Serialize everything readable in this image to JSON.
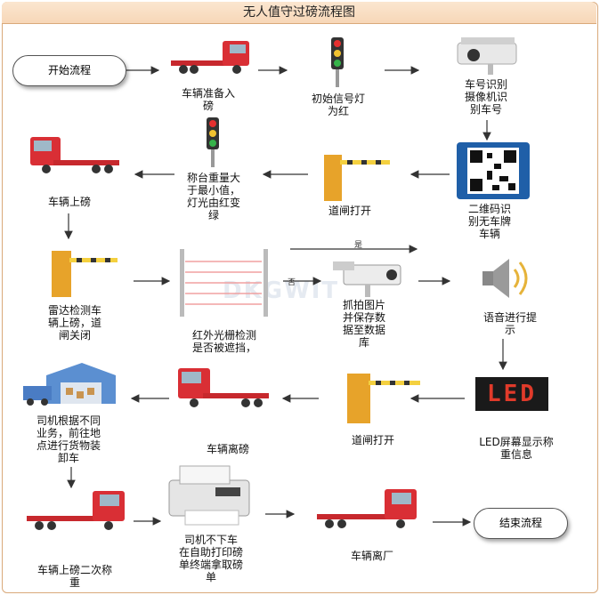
{
  "title": "无人值守过磅流程图",
  "nodes": {
    "start": "开始流程",
    "end": "结束流程",
    "truck_ready": "车辆准备入\n磅",
    "light_red": "初始信号灯\n为红",
    "plate_recog": "车号识别\n摄像机识\n别车号",
    "qr_recog": "二维码识\n别无车牌\n车辆",
    "gate_open_1": "道闸打开",
    "weight_light": "称台重量大\n于最小值，\n灯光由红变\n绿",
    "truck_on": "车辆上磅",
    "radar": "雷达检测车\n辆上磅，道\n闸关闭",
    "infrared": "红外光栅检测\n是否被遮挡，",
    "capture": "抓拍图片\n并保存数\n据至数据\n库",
    "voice": "语音进行提\n示",
    "led_display": "LED屏幕显示称\n重信息",
    "gate_open_2": "道闸打开",
    "truck_leave_scale": "车辆离磅",
    "driver_unload": "司机根据不同\n业务，前往地\n点进行货物装\n卸车",
    "truck_second": "车辆上磅二次称\n重",
    "self_print": "司机不下车\n在自助打印磅\n单终端拿取磅\n单",
    "truck_leave_factory": "车辆离厂"
  },
  "edge_labels": {
    "yes": "是",
    "no": "否"
  },
  "led_text": "LED",
  "watermark": "DKGWIT"
}
